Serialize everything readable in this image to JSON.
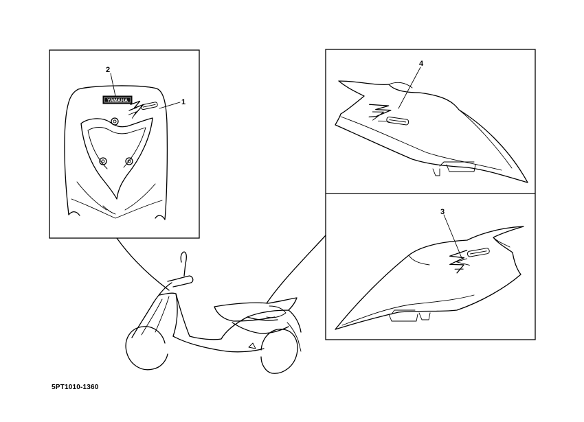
{
  "callouts": {
    "front_emblem": "1",
    "front_logo": "2",
    "right_side_emblem": "3",
    "left_side_emblem": "4"
  },
  "logo_text": "YAMAHA",
  "figure_code": "5PT1010-1360",
  "colors": {
    "line": "#000000",
    "background": "#ffffff"
  }
}
